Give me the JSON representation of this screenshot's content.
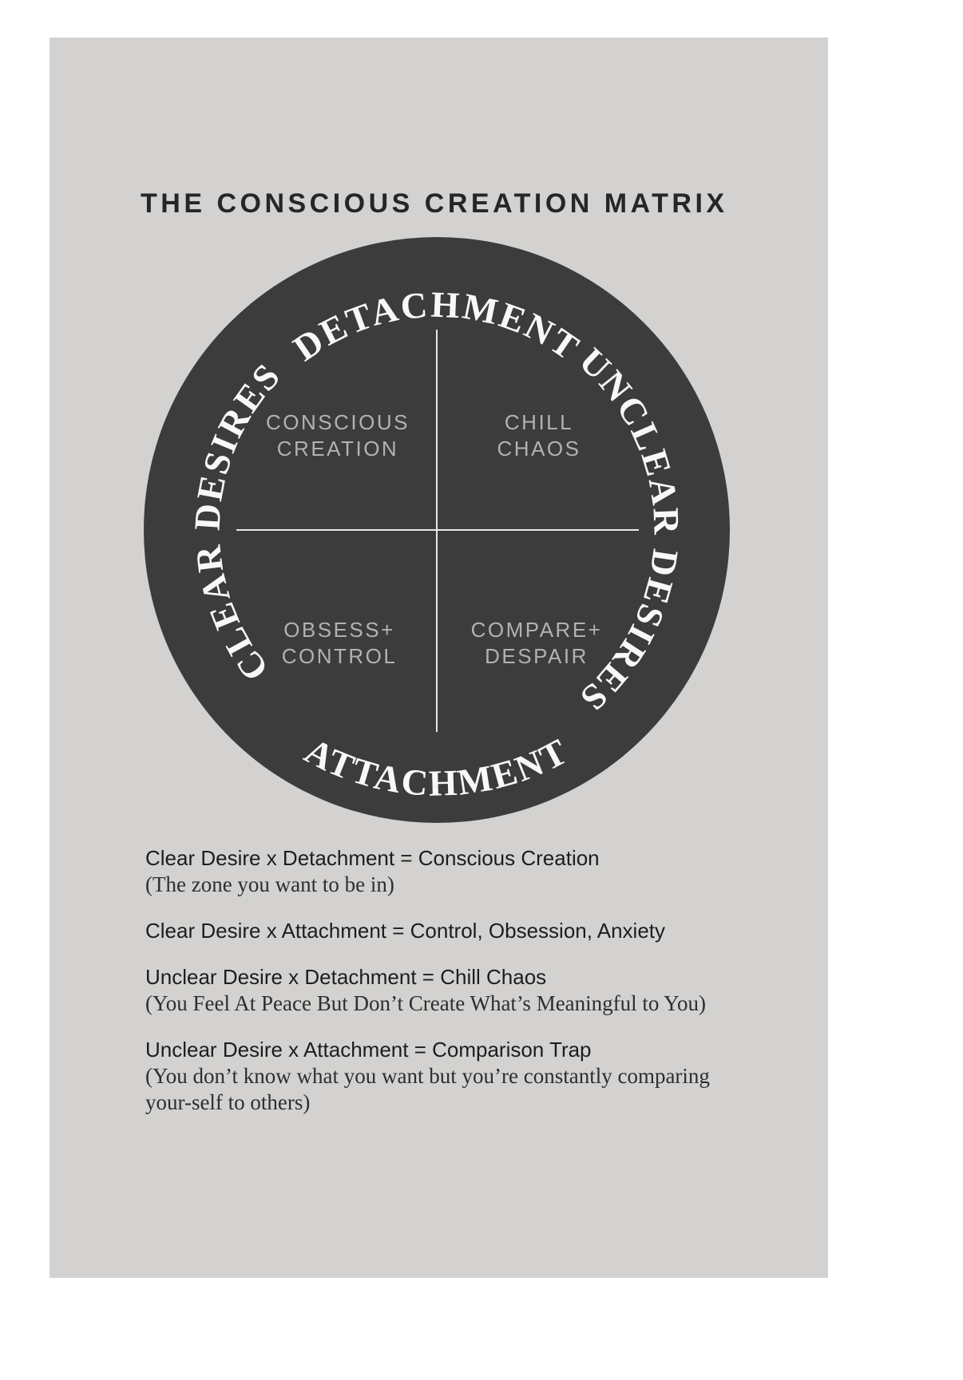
{
  "title": "THE CONSCIOUS CREATION MATRIX",
  "matrix": {
    "axis_top": "DETACHMENT",
    "axis_bottom": "ATTACHMENT",
    "axis_left": "CLEAR DESIRES",
    "axis_right": "UNCLEAR DESIRES",
    "quadrants": {
      "top_left": {
        "line1": "CONSCIOUS",
        "line2": "CREATION"
      },
      "top_right": {
        "line1": "CHILL",
        "line2": "CHAOS"
      },
      "bottom_left": {
        "line1": "OBSESS+",
        "line2": "CONTROL"
      },
      "bottom_right": {
        "line1": "COMPARE+",
        "line2": "DESPAIR"
      }
    }
  },
  "legend": [
    {
      "formula": "Clear Desire x Detachment = Conscious Creation",
      "note": "(The zone you want to be in)"
    },
    {
      "formula": "Clear Desire x Attachment = Control, Obsession, Anxiety",
      "note": ""
    },
    {
      "formula": "Unclear Desire x Detachment = Chill Chaos",
      "note": "(You Feel At Peace But Don’t Create What’s Meaningful to You)"
    },
    {
      "formula": "Unclear Desire x Attachment = Comparison Trap",
      "note": "(You don’t know what you want but you’re constantly comparing your-self to others)"
    }
  ],
  "colors": {
    "page_background": "#ffffff",
    "card_background": "#d3d2d0",
    "circle_fill": "#3c3c3c",
    "arc_text": "#f8f8f7",
    "quadrant_text": "#b4b2af",
    "axis_lines": "#e9e9e9",
    "title_text": "#262626",
    "formula_text": "#1d1d1d",
    "note_text": "#2e2e2e"
  }
}
